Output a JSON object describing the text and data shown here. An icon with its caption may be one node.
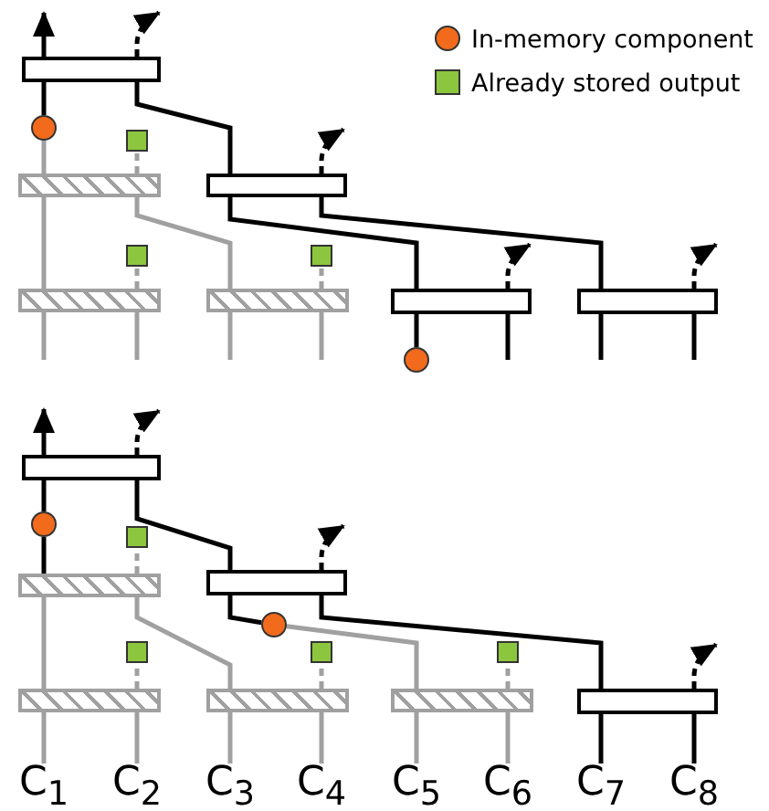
{
  "diagram": {
    "nodes": [
      {
        "text": [],
        "shape": "box"
      },
      {
        "text": [],
        "shape": "circle"
      },
      {
        "text": [],
        "shape": "square"
      },
      {
        "text": [],
        "shape": "box"
      },
      {
        "text": [],
        "shape": "box"
      },
      {
        "text": [],
        "shape": "square"
      },
      {
        "text": [],
        "shape": "square"
      },
      {
        "text": [],
        "shape": "box"
      },
      {
        "text": [],
        "shape": "box"
      },
      {
        "text": [],
        "shape": "box"
      },
      {
        "text": [],
        "shape": "box"
      },
      {
        "text": [],
        "shape": "circle"
      },
      {
        "text": [],
        "shape": "box"
      },
      {
        "text": [],
        "shape": "circle"
      },
      {
        "text": [],
        "shape": "square"
      },
      {
        "text": [],
        "shape": "box"
      },
      {
        "text": [],
        "shape": "box"
      },
      {
        "text": [],
        "shape": "circle"
      },
      {
        "text": [],
        "shape": "square"
      },
      {
        "text": [],
        "shape": "square"
      },
      {
        "text": [],
        "shape": "square"
      },
      {
        "text": [],
        "shape": "box"
      },
      {
        "text": [],
        "shape": "box"
      },
      {
        "text": [],
        "shape": "box"
      },
      {
        "text": [],
        "shape": "box"
      },
      {
        "text": [
          "C$_{1}$"
        ]
      },
      {
        "text": [
          "C$_{2}$"
        ]
      },
      {
        "text": [
          "C$_{3}$"
        ]
      },
      {
        "text": [
          "C$_{4}$"
        ]
      },
      {
        "text": [
          "C$_{5}$"
        ]
      },
      {
        "text": [
          "C$_{6}$"
        ]
      },
      {
        "text": [
          "C$_{7}$"
        ]
      },
      {
        "text": [
          "C$_{8}$"
        ]
      }
    ],
    "edges": [
      {
        "from": 0,
        "to": null,
        "arrow": "to"
      },
      {
        "from": 0,
        "to": null,
        "arrow": "to",
        "style": "dashed"
      },
      {
        "from": 1,
        "to": 0,
        "arrow": "none"
      },
      {
        "from": 3,
        "to": 1,
        "arrow": "none",
        "color": "#a0a0a0"
      },
      {
        "from": 3,
        "to": 2,
        "arrow": "none",
        "style": "dashed",
        "color": "#a0a0a0"
      },
      {
        "from": 4,
        "to": 0,
        "arrow": "none"
      },
      {
        "from": 4,
        "to": null,
        "arrow": "to",
        "style": "dashed"
      },
      {
        "from": 7,
        "to": 3,
        "arrow": "none",
        "color": "#a0a0a0"
      },
      {
        "from": 7,
        "to": 5,
        "arrow": "none",
        "style": "dashed",
        "color": "#a0a0a0"
      },
      {
        "from": 8,
        "to": 3,
        "arrow": "none",
        "color": "#a0a0a0"
      },
      {
        "from": 8,
        "to": 6,
        "arrow": "none",
        "style": "dashed",
        "color": "#a0a0a0"
      },
      {
        "from": 9,
        "to": 4,
        "arrow": "none"
      },
      {
        "from": 10,
        "to": 4,
        "arrow": "none"
      },
      {
        "from": 9,
        "to": null,
        "arrow": "to",
        "style": "dashed"
      },
      {
        "from": 10,
        "to": null,
        "arrow": "to",
        "style": "dashed"
      },
      {
        "from": null,
        "to": 7,
        "arrow": "none",
        "color": "#a0a0a0"
      },
      {
        "from": null,
        "to": 7,
        "arrow": "none",
        "color": "#a0a0a0"
      },
      {
        "from": null,
        "to": 8,
        "arrow": "none",
        "color": "#a0a0a0"
      },
      {
        "from": null,
        "to": 8,
        "arrow": "none",
        "color": "#a0a0a0"
      },
      {
        "from": 11,
        "to": 9,
        "arrow": "none"
      },
      {
        "from": null,
        "to": 9,
        "arrow": "none"
      },
      {
        "from": null,
        "to": 10,
        "arrow": "none"
      },
      {
        "from": null,
        "to": 10,
        "arrow": "none"
      },
      {
        "from": 12,
        "to": null,
        "arrow": "to"
      },
      {
        "from": 12,
        "to": null,
        "arrow": "to",
        "style": "dashed"
      },
      {
        "from": 13,
        "to": 12,
        "arrow": "none"
      },
      {
        "from": 15,
        "to": 13,
        "arrow": "none"
      },
      {
        "from": 15,
        "to": 14,
        "arrow": "none",
        "style": "dashed",
        "color": "#a0a0a0"
      },
      {
        "from": 16,
        "to": 12,
        "arrow": "none"
      },
      {
        "from": 16,
        "to": null,
        "arrow": "to",
        "style": "dashed"
      },
      {
        "from": 17,
        "to": 16,
        "arrow": "none"
      },
      {
        "from": 23,
        "to": 17,
        "arrow": "none",
        "color": "#a0a0a0"
      },
      {
        "from": 21,
        "to": 15,
        "arrow": "none",
        "color": "#a0a0a0"
      },
      {
        "from": 21,
        "to": 18,
        "arrow": "none",
        "style": "dashed",
        "color": "#a0a0a0"
      },
      {
        "from": 22,
        "to": 15,
        "arrow": "none",
        "color": "#a0a0a0"
      },
      {
        "from": 22,
        "to": 19,
        "arrow": "none",
        "style": "dashed",
        "color": "#a0a0a0"
      },
      {
        "from": 23,
        "to": 20,
        "arrow": "none",
        "style": "dashed",
        "color": "#a0a0a0"
      },
      {
        "from": 24,
        "to": 16,
        "arrow": "none"
      },
      {
        "from": 24,
        "to": null,
        "arrow": "to",
        "style": "dashed"
      },
      {
        "from": 25,
        "to": 21,
        "arrow": "none",
        "color": "#a0a0a0"
      },
      {
        "from": 26,
        "to": 21,
        "arrow": "none",
        "color": "#a0a0a0"
      },
      {
        "from": 27,
        "to": 22,
        "arrow": "none",
        "color": "#a0a0a0"
      },
      {
        "from": 28,
        "to": 22,
        "arrow": "none",
        "color": "#a0a0a0"
      },
      {
        "from": 29,
        "to": 23,
        "arrow": "none",
        "color": "#a0a0a0"
      },
      {
        "from": 30,
        "to": 23,
        "arrow": "none",
        "color": "#a0a0a0"
      },
      {
        "from": 31,
        "to": 24,
        "arrow": "none"
      },
      {
        "from": 32,
        "to": 24,
        "arrow": "none"
      }
    ],
    "legend": [
      {
        "text": "In-memory component",
        "color": "#f26a1b"
      },
      {
        "text": "Already stored output",
        "color": "#8cc63f"
      }
    ]
  }
}
